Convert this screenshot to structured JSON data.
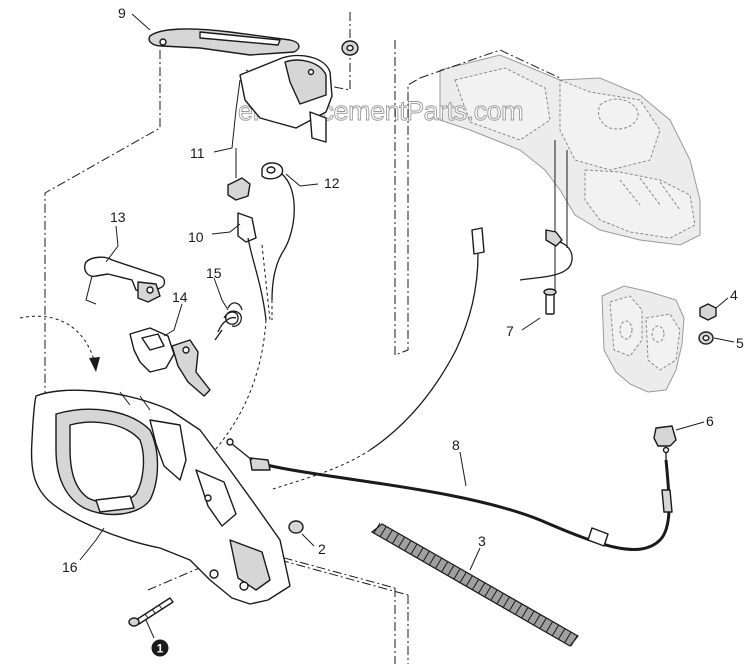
{
  "watermark": "eReplacementParts.com",
  "callouts": {
    "c1": "1",
    "c2": "2",
    "c3": "3",
    "c4": "4",
    "c5": "5",
    "c6": "6",
    "c7": "7",
    "c8": "8",
    "c9": "9",
    "c10": "10",
    "c11": "11",
    "c12": "12",
    "c13": "13",
    "c14": "14",
    "c15": "15",
    "c16": "16"
  },
  "colors": {
    "line": "#1a1a1a",
    "background": "#ffffff",
    "ghost": "#9a9a9a",
    "badge": "#1a1a1a"
  }
}
